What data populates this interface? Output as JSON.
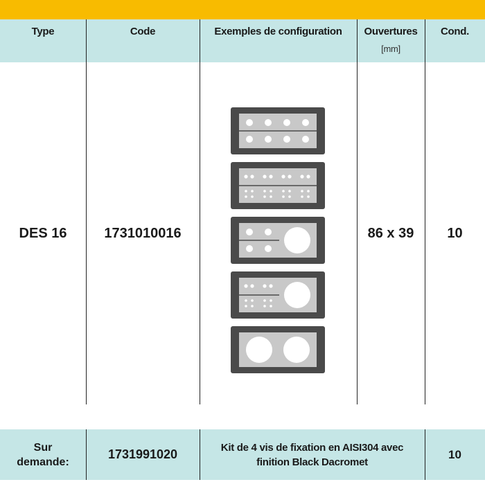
{
  "header": {
    "type": "Type",
    "code": "Code",
    "config": "Exemples de configuration",
    "openings": "Ouvertures",
    "openings_unit": "[mm]",
    "cond": "Cond."
  },
  "row": {
    "type": "DES 16",
    "code": "1731010016",
    "openings": "86 x 39",
    "cond": "10"
  },
  "footer": {
    "type_line1": "Sur",
    "type_line2": "demande:",
    "code": "1731991020",
    "desc_line1": "Kit de 4 vis de fixation en AISI304 avec",
    "desc_line2": "finition Black Dacromet",
    "cond": "10"
  },
  "colors": {
    "accent_bar": "#f8bb00",
    "header_bg": "#c5e6e6",
    "frame_dark": "#4a4a4a",
    "insert_light": "#c8c8c8"
  }
}
